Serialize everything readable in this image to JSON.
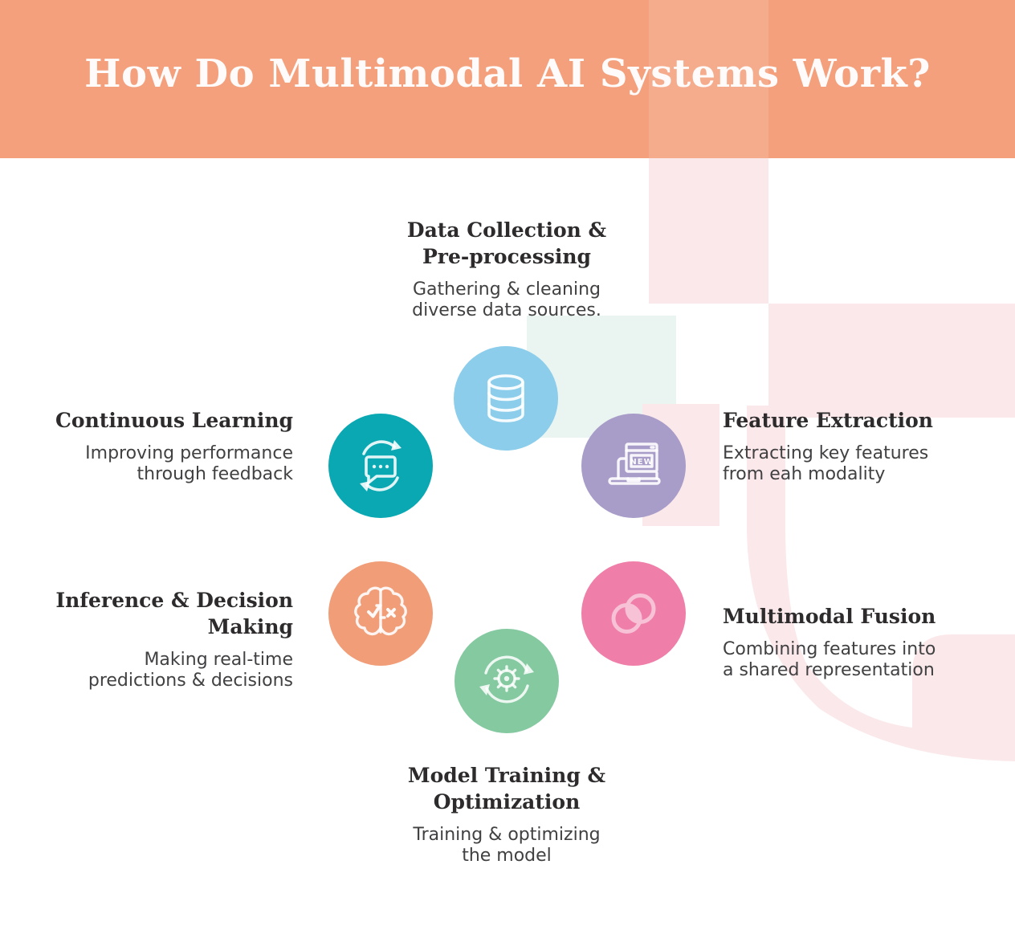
{
  "header": {
    "title": "How Do Multimodal AI Systems Work?"
  },
  "palette": {
    "header_bg": "#F4A07D",
    "header_band": "rgba(255,255,255,0.13)",
    "pink_tint": "#FBE8EA",
    "mint_tint": "#EAF4F0",
    "title_color": "#2D2B2C",
    "subtitle_color": "#414042"
  },
  "steps": [
    {
      "name": "data-collection",
      "title": "Data Collection &\nPre-processing",
      "subtitle": "Gathering & cleaning\ndiverse data sources.",
      "icon": "database-icon",
      "circle_color": "#8BCDEB"
    },
    {
      "name": "feature-extraction",
      "title": "Feature Extraction",
      "subtitle": "Extracting key features\nfrom eah modality",
      "icon": "laptop-new-icon",
      "icon_text": "NEW",
      "circle_color": "#A89CC8"
    },
    {
      "name": "multimodal-fusion",
      "title": "Multimodal Fusion",
      "subtitle": "Combining features into\na shared representation",
      "icon": "venn-overlap-icon",
      "circle_color": "#EF7FA9"
    },
    {
      "name": "model-training",
      "title": "Model Training &\nOptimization",
      "subtitle": "Training & optimizing\nthe model",
      "icon": "gear-cycle-icon",
      "circle_color": "#84C9A0"
    },
    {
      "name": "inference-decision",
      "title": "Inference & Decision\nMaking",
      "subtitle": "Making real-time\npredictions & decisions",
      "icon": "brain-decision-icon",
      "circle_color": "#F19D78"
    },
    {
      "name": "continuous-learning",
      "title": "Continuous Learning",
      "subtitle": "Improving performance\nthrough feedback",
      "icon": "chat-refresh-icon",
      "circle_color": "#09A8B2"
    }
  ]
}
